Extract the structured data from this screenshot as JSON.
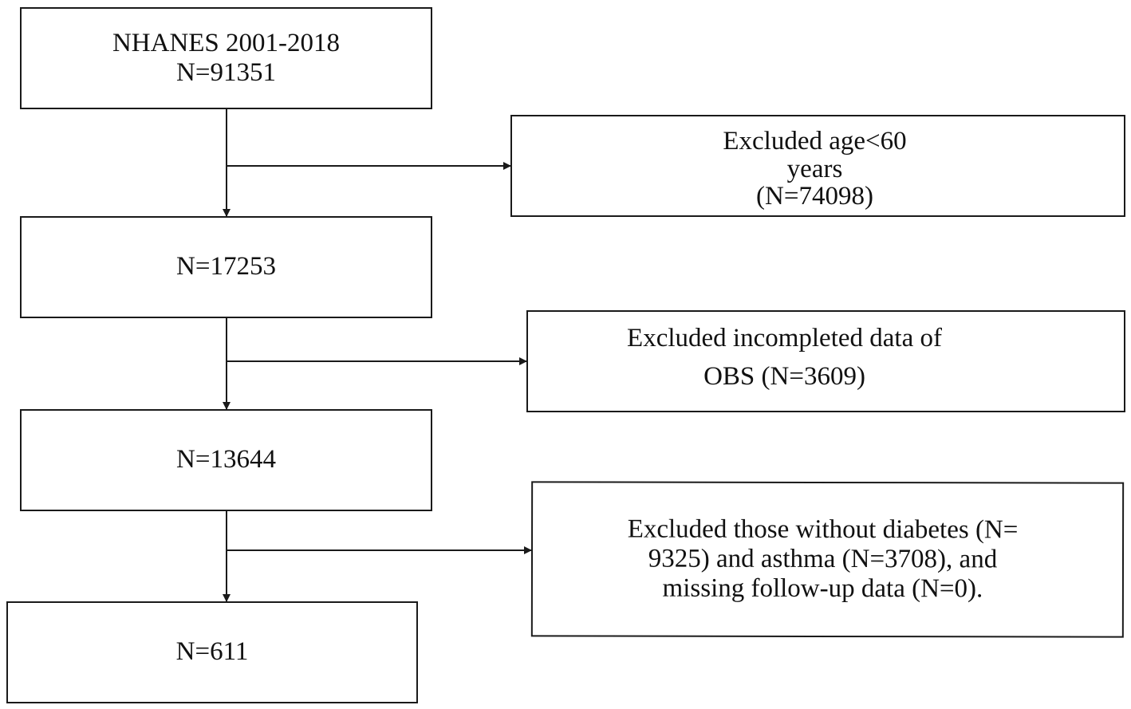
{
  "flow": {
    "start": {
      "line1": "NHANES 2001-2018",
      "line2": "N=91351"
    },
    "step2": {
      "label": "N=17253"
    },
    "step3": {
      "label": "N=13644"
    },
    "final": {
      "label": "N=611"
    }
  },
  "exclusions": {
    "age": {
      "line1": "Excluded age<60",
      "line2": "years",
      "line3": "(N=74098)"
    },
    "obs": {
      "line1": "Excluded incompleted data of",
      "line2": "OBS (N=3609)"
    },
    "disease": {
      "line1": "Excluded those without diabetes (N=",
      "line2": "9325) and asthma (N=3708), and",
      "line3": "missing follow-up data (N=0)."
    }
  },
  "colors": {
    "stroke": "#1a1a1a",
    "background": "#ffffff"
  }
}
